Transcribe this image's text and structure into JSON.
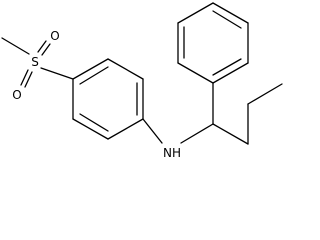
{
  "molecule": {
    "atoms": {
      "sulfur": "S",
      "oxygen_upper": "O",
      "oxygen_lower": "O",
      "nitrogen_hydrogen": "NH"
    }
  }
}
